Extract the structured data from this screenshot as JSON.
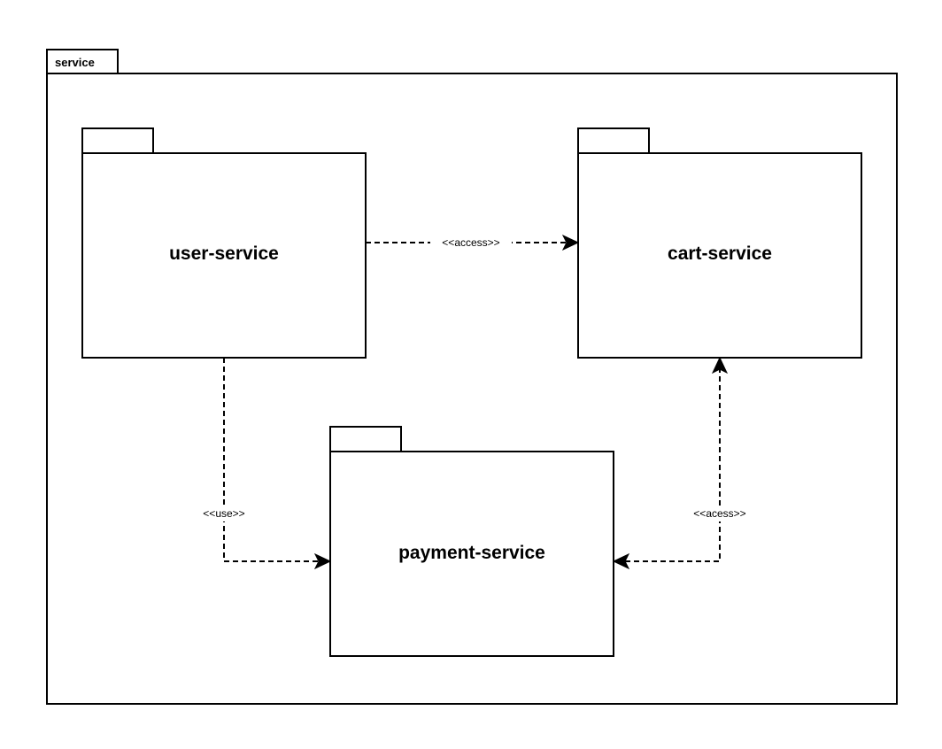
{
  "outer_package": {
    "name": "service"
  },
  "packages": {
    "user_service": "user-service",
    "cart_service": "cart-service",
    "payment_service": "payment-service"
  },
  "dependencies": {
    "user_to_cart": "<<access>>",
    "user_to_payment": "<<use>>",
    "payment_cart": "<<acess>>"
  }
}
